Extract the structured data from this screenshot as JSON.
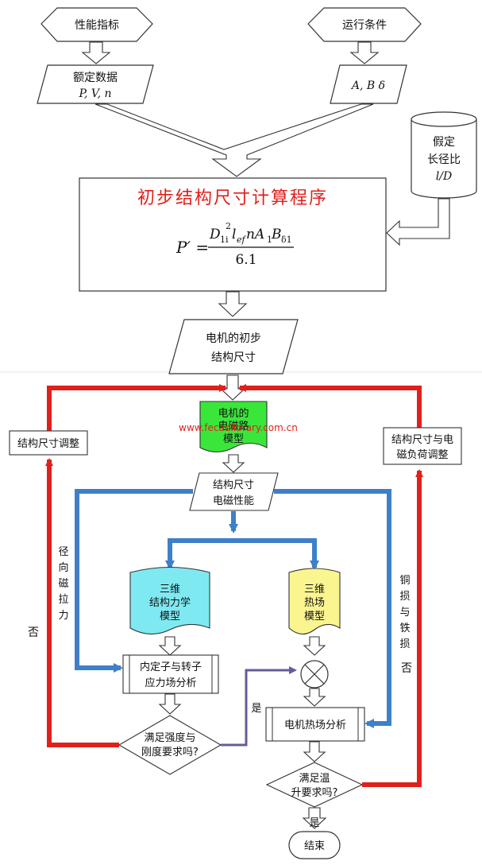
{
  "top": {
    "performance": "性能指标",
    "operating": "运行条件",
    "rated_line1": "额定数据",
    "rated_line2": "P, V, n",
    "ab": "A, B δ",
    "assumed": [
      "假定",
      "长径比",
      "l/D"
    ]
  },
  "program": {
    "title": "初步结构尺寸计算程序",
    "lhs": "P′ =",
    "num_D": "D",
    "num_sub": "1i",
    "num_sup": "2",
    "num_rest": "l",
    "num_ef": "ef",
    "num_nA": "nA",
    "num_1": "1",
    "num_B": "B",
    "num_d1": "δ1",
    "den": "6.1"
  },
  "prelim": [
    "电机的初步",
    "结构尺寸"
  ],
  "circuit": [
    "电机的",
    "电磁路",
    "模型"
  ],
  "watermark": "www.fecadlibrary.com.cn",
  "side_left": "结构尺寸调整",
  "side_right": [
    "结构尺寸与电",
    "磁负荷调整"
  ],
  "perf": [
    "结构尺寸",
    "电磁性能"
  ],
  "radial": "径向磁拉力",
  "copper": "铜损与铁损",
  "mech": [
    "三维",
    "结构力学",
    "模型"
  ],
  "thermal": [
    "三维",
    "热场",
    "模型"
  ],
  "stress": [
    "内定子与转子",
    "应力场分析"
  ],
  "motor_thermal": "电机热场分析",
  "check_strength": [
    "满足强度与",
    "刚度要求吗?"
  ],
  "check_temp": [
    "满足温",
    "升要求吗?"
  ],
  "yes": "是",
  "no": "否",
  "end": "结束",
  "colors": {
    "red": "#e0201b",
    "blue": "#3f7fc9",
    "purple": "#6a5a9a",
    "green": "#3be63b",
    "cyan": "#7fe9f2",
    "yellow": "#fbf590",
    "title": "#e0201b"
  }
}
